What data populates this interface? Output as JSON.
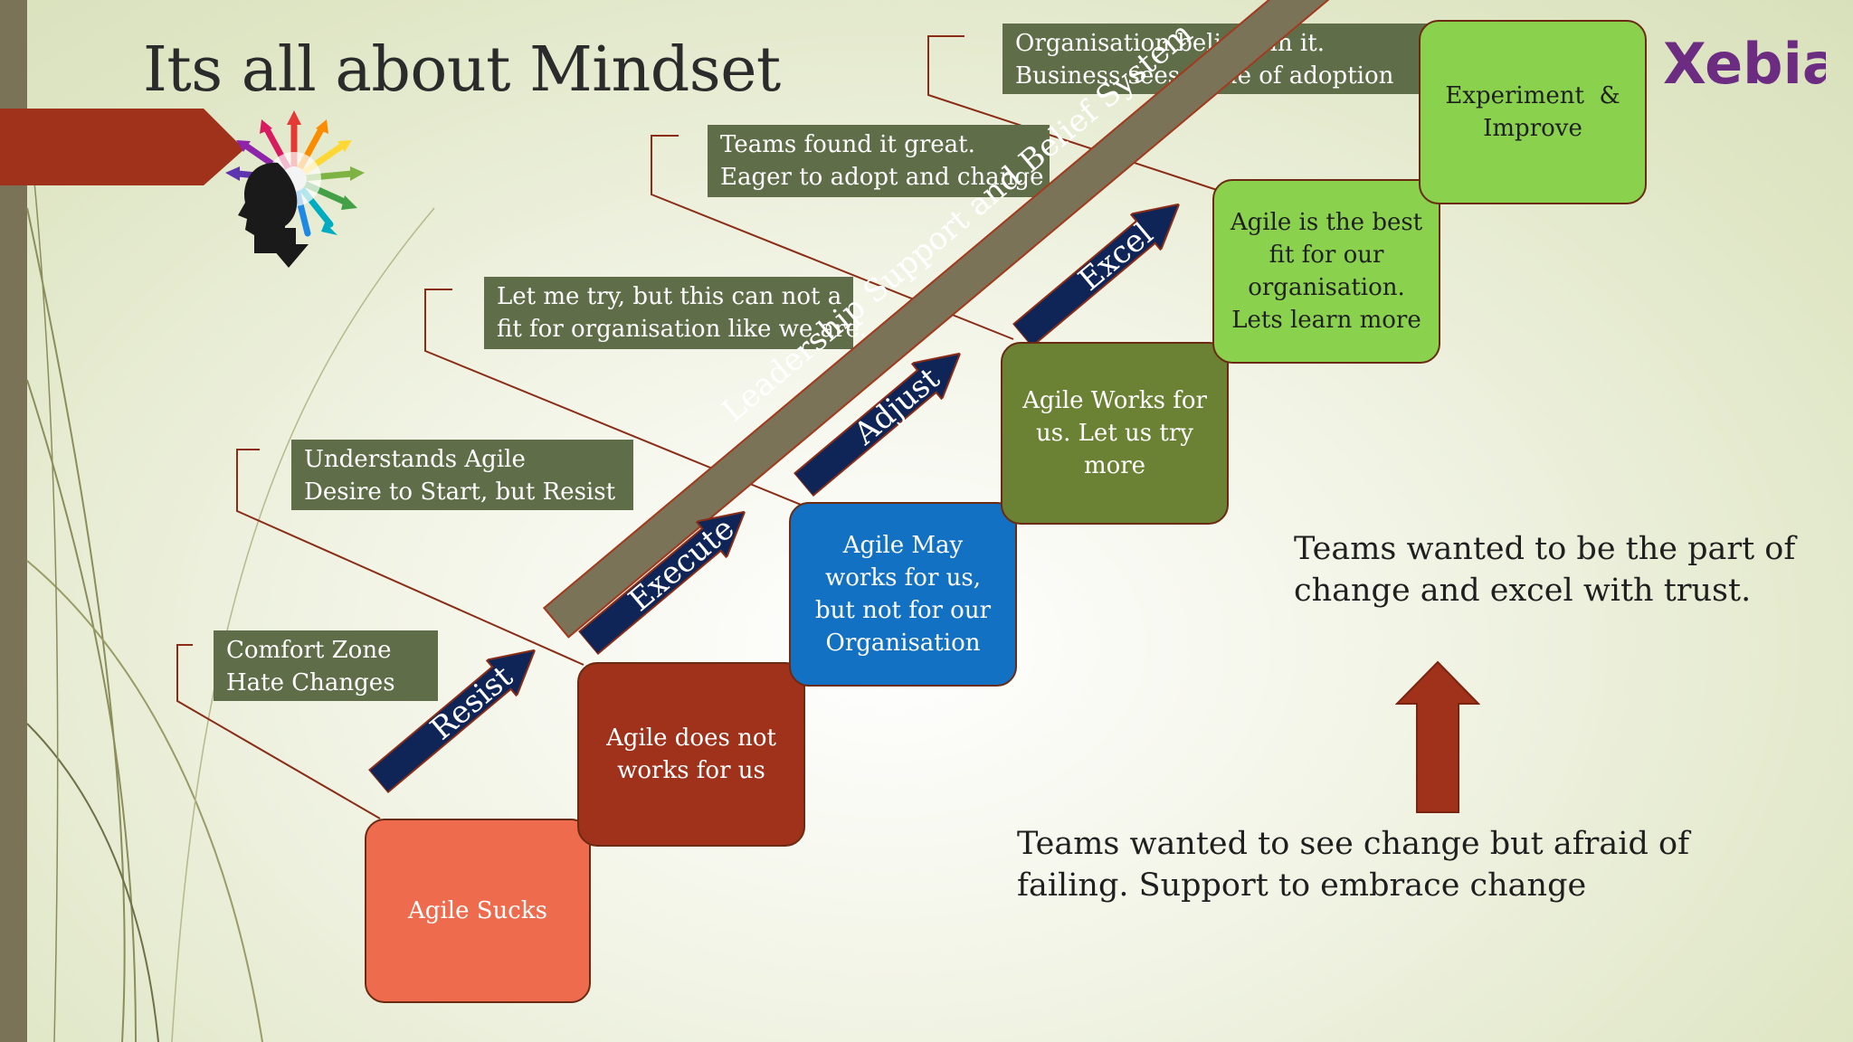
{
  "title": "Its all about Mindset",
  "logo": {
    "text": "Xebia",
    "color": "#6b2c82"
  },
  "icon": "head-with-colorful-arrows-icon",
  "callouts": [
    {
      "lines": [
        "Comfort Zone",
        "Hate Changes"
      ]
    },
    {
      "lines": [
        "Understands Agile",
        "Desire to Start, but Resist"
      ]
    },
    {
      "lines": [
        "Let me try, but this can not a",
        "fit for organisation like we are."
      ]
    },
    {
      "lines": [
        "Teams found it great.",
        "Eager to adopt and change"
      ]
    },
    {
      "lines": [
        "Organisation believe in it.",
        "Business sees value of adoption"
      ]
    }
  ],
  "stages": [
    {
      "lines": [
        "Agile Sucks"
      ],
      "color": "#ef6b4d"
    },
    {
      "lines": [
        "Agile does not",
        "works for us"
      ],
      "color": "#a0311a"
    },
    {
      "lines": [
        "Agile May",
        "works for us,",
        "but not for our",
        "Organisation"
      ],
      "color": "#1371c4"
    },
    {
      "lines": [
        "Agile Works for",
        "us. Let us try",
        "more"
      ],
      "color": "#6b8235"
    },
    {
      "lines": [
        "Agile is the best",
        "fit for our",
        "organisation.",
        "Lets learn more"
      ],
      "color": "#8ad14e"
    },
    {
      "lines": [
        "Experiment  &",
        "Improve"
      ],
      "color": "#8ad14e"
    }
  ],
  "transitions": [
    "Resist",
    "Execute",
    "Adjust",
    "Excel"
  ],
  "leadership": "Leadership Support and Belief System",
  "notes": {
    "top": [
      "Teams wanted to be the part of",
      "change and excel with trust."
    ],
    "bottom": [
      "Teams wanted to see change but afraid of",
      "failing. Support to embrace change"
    ]
  },
  "colors": {
    "arrow": "#0f2557",
    "callout": "#5f6e48",
    "banner": "#a0311a",
    "bar": "#7b7357"
  }
}
